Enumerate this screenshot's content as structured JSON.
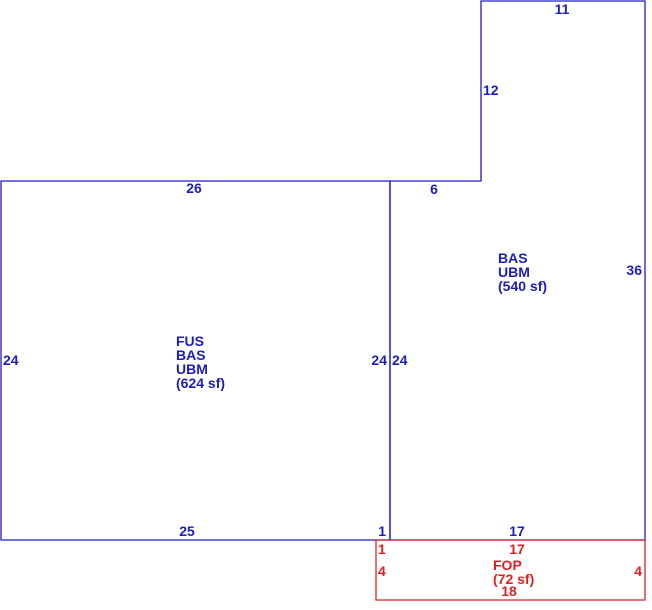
{
  "colors": {
    "living_area": "#1c1cbf",
    "porch": "#e02020",
    "background": "#ffffff"
  },
  "left_area": {
    "codes": [
      "FUS",
      "BAS",
      "UBM"
    ],
    "area": "(624 sf)",
    "dims": {
      "top": "26",
      "left": "24",
      "right": "24",
      "bottom": "25",
      "corner": "1"
    }
  },
  "right_area": {
    "codes": [
      "BAS",
      "UBM"
    ],
    "area": "(540 sf)",
    "dims": {
      "top": "11",
      "step_vertical": "12",
      "step_horizontal": "6",
      "right": "36",
      "left": "24",
      "bottom": "17"
    }
  },
  "porch": {
    "code": "FOP",
    "area": "(72 sf)",
    "dims": {
      "top": "17",
      "corner": "1",
      "left": "4",
      "right": "4",
      "bottom": "18"
    }
  }
}
